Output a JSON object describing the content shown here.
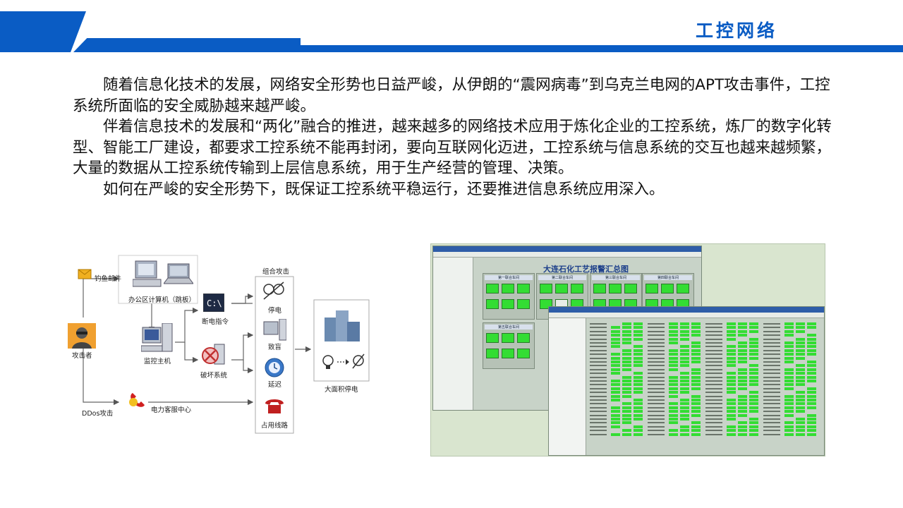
{
  "header": {
    "title": "工控网络"
  },
  "paragraphs": [
    "随着信息化技术的发展，网络安全形势也日益严峻，从伊朗的“震网病毒”到乌克兰电网的APT攻击事件，工控系统所面临的安全威胁越来越严峻。",
    "伴着信息技术的发展和“两化”融合的推进，越来越多的网络技术应用于炼化企业的工控系统，炼厂的数字化转型、智能工厂建设，都要求工控系统不能再封闭，要向互联网化迈进，工控系统与信息系统的交互也越来越频繁，大量的数据从工控系统传输到上层信息系统，用于生产经营的管理、决策。",
    "如何在严峻的安全形势下，既保证工控系统平稳运行，还要推进信息系统应用深入。"
  ],
  "diagram": {
    "phishing": "钓鱼邮件",
    "office_pc": "办公区计算机（跳板）",
    "attacker": "攻击者",
    "monitor_host": "监控主机",
    "cmd": "断电指令",
    "destroy": "破坏系统",
    "ddos": "DDos攻击",
    "service_center": "电力客服中心",
    "combo": "组合攻击",
    "outage": "停电",
    "blind": "致盲",
    "delay": "延迟",
    "occupy": "占用线路",
    "blackout": "大面积停电"
  },
  "screenshot": {
    "panel_title": "大连石化工艺报警汇总图",
    "workshops": [
      "第一联合车间",
      "第二联合车间",
      "第三联合车间",
      "第四联合车间",
      "第五联合车间"
    ]
  },
  "colors": {
    "brand": "#0a5cc4",
    "alarm_green": "#33dd33"
  }
}
